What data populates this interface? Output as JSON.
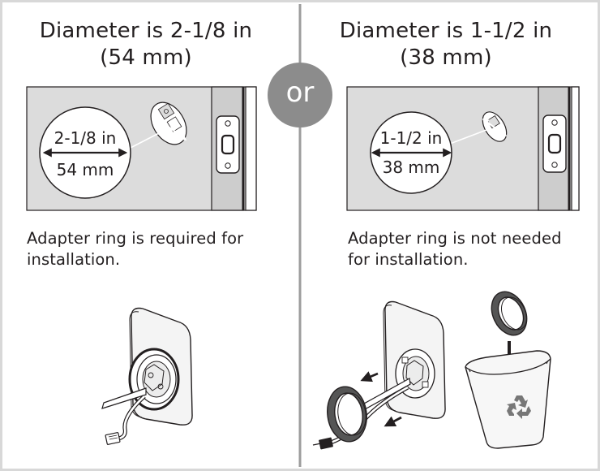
{
  "colors": {
    "border": "#d8d8d8",
    "divider": "#9c9c9c",
    "wall": "#dcdcdc",
    "door_edge": "#cdcdcd",
    "or_badge": "#8c8c8c",
    "line": "#231f20"
  },
  "icons": [
    "hole-measure-icon",
    "strike-plate-icon",
    "lock-assembly-icon",
    "adapter-ring-icon",
    "recycle-bin-icon",
    "arrow-icon"
  ],
  "left": {
    "title_line1": "Diameter is 2-1/8 in",
    "title_line2": "(54 mm)",
    "circle_top": "2-1/8 in",
    "circle_bottom": "54 mm",
    "caption_line1": "Adapter ring is required for",
    "caption_line2": "installation."
  },
  "divider_label": "or",
  "right": {
    "title_line1": "Diameter is 1-1/2 in",
    "title_line2": "(38 mm)",
    "circle_top": "1-1/2 in",
    "circle_bottom": "38 mm",
    "caption_line1": "Adapter ring is not needed",
    "caption_line2": "for installation."
  }
}
